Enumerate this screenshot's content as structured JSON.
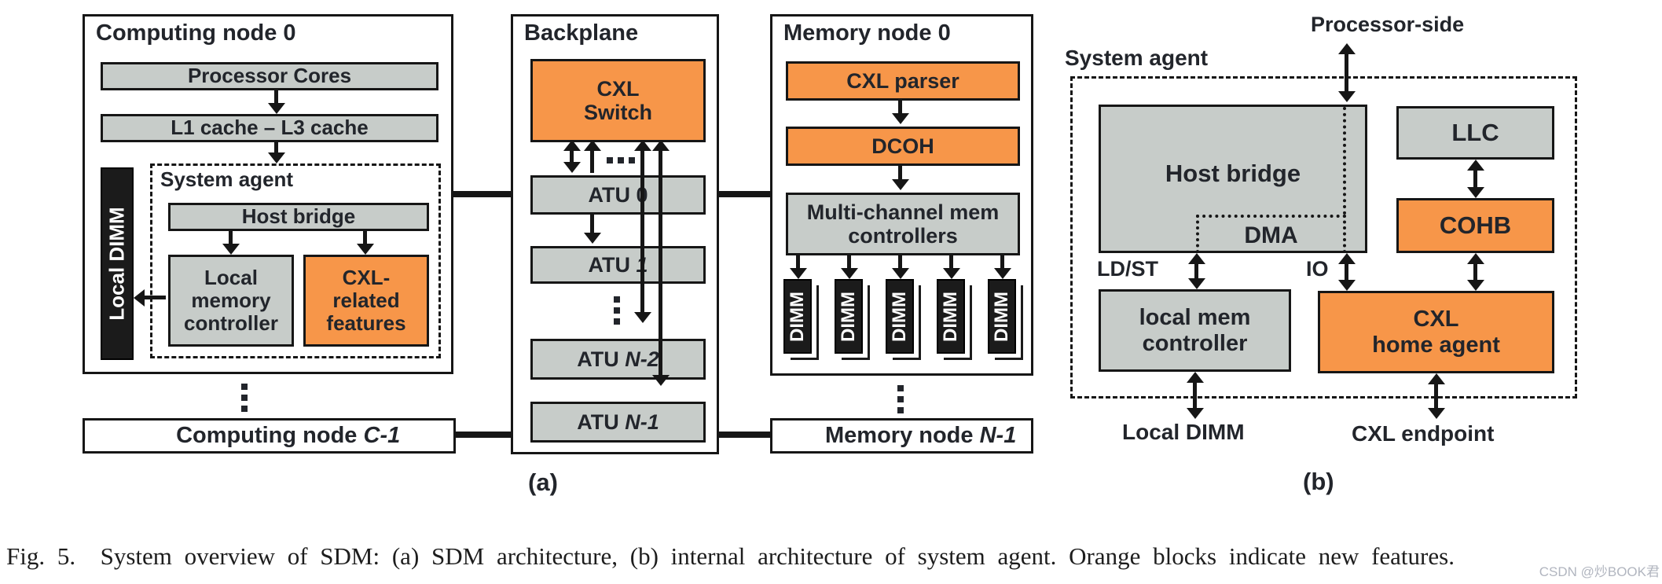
{
  "panel_a": {
    "label": "(a)",
    "computing_node": {
      "title": "Computing node 0",
      "processor_cores": "Processor Cores",
      "cache": "L1 cache – L3 cache",
      "local_dimm": "Local DIMM",
      "system_agent": {
        "title": "System agent",
        "host_bridge": "Host bridge",
        "local_memory_controller": "Local\nmemory\ncontroller",
        "cxl_related_features": "CXL-\nrelated\nfeatures"
      }
    },
    "computing_node_last": {
      "prefix": "Computing node ",
      "suffix": "C-1"
    },
    "backplane": {
      "title": "Backplane",
      "cxl_switch": "CXL\nSwitch",
      "dots_h": "...",
      "atus": [
        {
          "prefix": "ATU ",
          "suffix": "0"
        },
        {
          "prefix": "ATU ",
          "suffix": "1"
        },
        {
          "prefix": "ATU ",
          "suffix": "N-2"
        },
        {
          "prefix": "ATU ",
          "suffix": "N-1"
        }
      ]
    },
    "memory_node": {
      "title": "Memory node 0",
      "cxl_parser": "CXL parser",
      "dcoh": "DCOH",
      "mem_controllers": "Multi-channel mem\ncontrollers",
      "dimm_label": "DIMM"
    },
    "memory_node_last": {
      "prefix": "Memory node ",
      "suffix": "N-1"
    }
  },
  "panel_b": {
    "label": "(b)",
    "title": "System agent",
    "processor_side": "Processor-side",
    "host_bridge": "Host bridge",
    "dma": "DMA",
    "llc": "LLC",
    "cohb": "COHB",
    "ld_st": "LD/ST",
    "io": "IO",
    "local_mem_controller": "local mem\ncontroller",
    "cxl_home_agent": "CXL\nhome agent",
    "local_dimm": "Local DIMM",
    "cxl_endpoint": "CXL endpoint"
  },
  "caption": "Fig. 5.  System overview of SDM: (a) SDM architecture, (b) internal architecture of system agent. Orange blocks indicate new features.",
  "watermark": "CSDN @炒BOOK君",
  "colors": {
    "orange": "#f79649",
    "gray": "#c7ccc9",
    "block_black": "#1b1b1b"
  }
}
